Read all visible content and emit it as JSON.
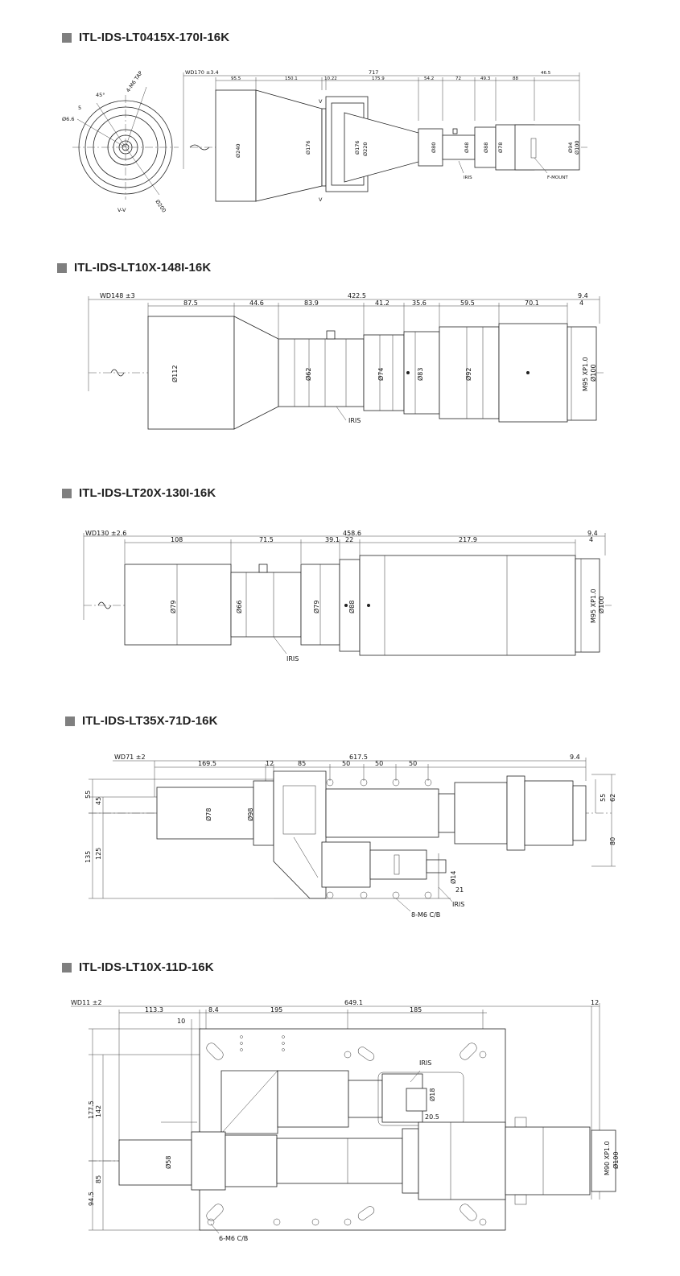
{
  "sections": [
    {
      "title": "ITL-IDS-LT0415X-170I-16K",
      "labels": {
        "wd": "WD170 ±3.4",
        "total": "717",
        "segments": [
          "95.5",
          "150.1",
          "10.22",
          "175.9",
          "54.2",
          "72",
          "49.3",
          "88",
          "46.5"
        ],
        "diameters": [
          "Ø240",
          "Ø176",
          "Ø176",
          "Ø220",
          "Ø80",
          "Ø48",
          "Ø88",
          "Ø78",
          "Ø94",
          "Ø100"
        ],
        "iris": "IRIS",
        "mount": "F-MOUNT",
        "section_mark": "V",
        "section_view": "V-V",
        "angle": "45°",
        "tap": "4-M6 TAP",
        "small_dia": "Ø6.6",
        "flange_dia": "Ø200",
        "num5": "5"
      }
    },
    {
      "title": "ITL-IDS-LT10X-148I-16K",
      "labels": {
        "wd": "WD148 ±3",
        "total": "422.5",
        "segments": [
          "87.5",
          "44.6",
          "83.9",
          "41.2",
          "35.6",
          "59.5",
          "70.1"
        ],
        "right_dims": [
          "9.4",
          "4"
        ],
        "diameters": [
          "Ø112",
          "Ø62",
          "Ø74",
          "Ø83",
          "Ø92"
        ],
        "thread": "M95 XP1.0",
        "end_dia": "Ø100",
        "iris": "IRIS"
      }
    },
    {
      "title": "ITL-IDS-LT20X-130I-16K",
      "labels": {
        "wd": "WD130 ±2.6",
        "total": "458.6",
        "segments": [
          "108",
          "71.5",
          "39.1",
          "22",
          "217.9"
        ],
        "right_dims": [
          "9.4",
          "4"
        ],
        "diameters": [
          "Ø79",
          "Ø66",
          "Ø79",
          "Ø88"
        ],
        "thread": "M95 XP1.0",
        "end_dia": "Ø100",
        "iris": "IRIS"
      }
    },
    {
      "title": "ITL-IDS-LT35X-71D-16K",
      "labels": {
        "wd": "WD71 ±2",
        "total": "617.5",
        "segments": [
          "169.5",
          "12",
          "85",
          "50",
          "50",
          "50"
        ],
        "right_dim": "9.4",
        "left_dims": [
          "55",
          "45",
          "135",
          "125"
        ],
        "right_vert": [
          "55",
          "62",
          "80"
        ],
        "diameters": [
          "Ø78",
          "Ø98",
          "Ø14"
        ],
        "num21": "21",
        "iris": "IRIS",
        "holes": "8-M6 C/B"
      }
    },
    {
      "title": "ITL-IDS-LT10X-11D-16K",
      "labels": {
        "wd": "WD11 ±2",
        "total": "649.1",
        "segments": [
          "113.3",
          "10",
          "8.4",
          "195",
          "185"
        ],
        "right_dim": "12",
        "left_dims": [
          "177.5",
          "142",
          "94.5",
          "85"
        ],
        "diameters": [
          "Ø58",
          "Ø18"
        ],
        "num205": "20.5",
        "iris": "IRIS",
        "thread": "M90 XP1.0",
        "end_dia": "Ø100",
        "holes": "6-M6 C/B"
      }
    }
  ]
}
